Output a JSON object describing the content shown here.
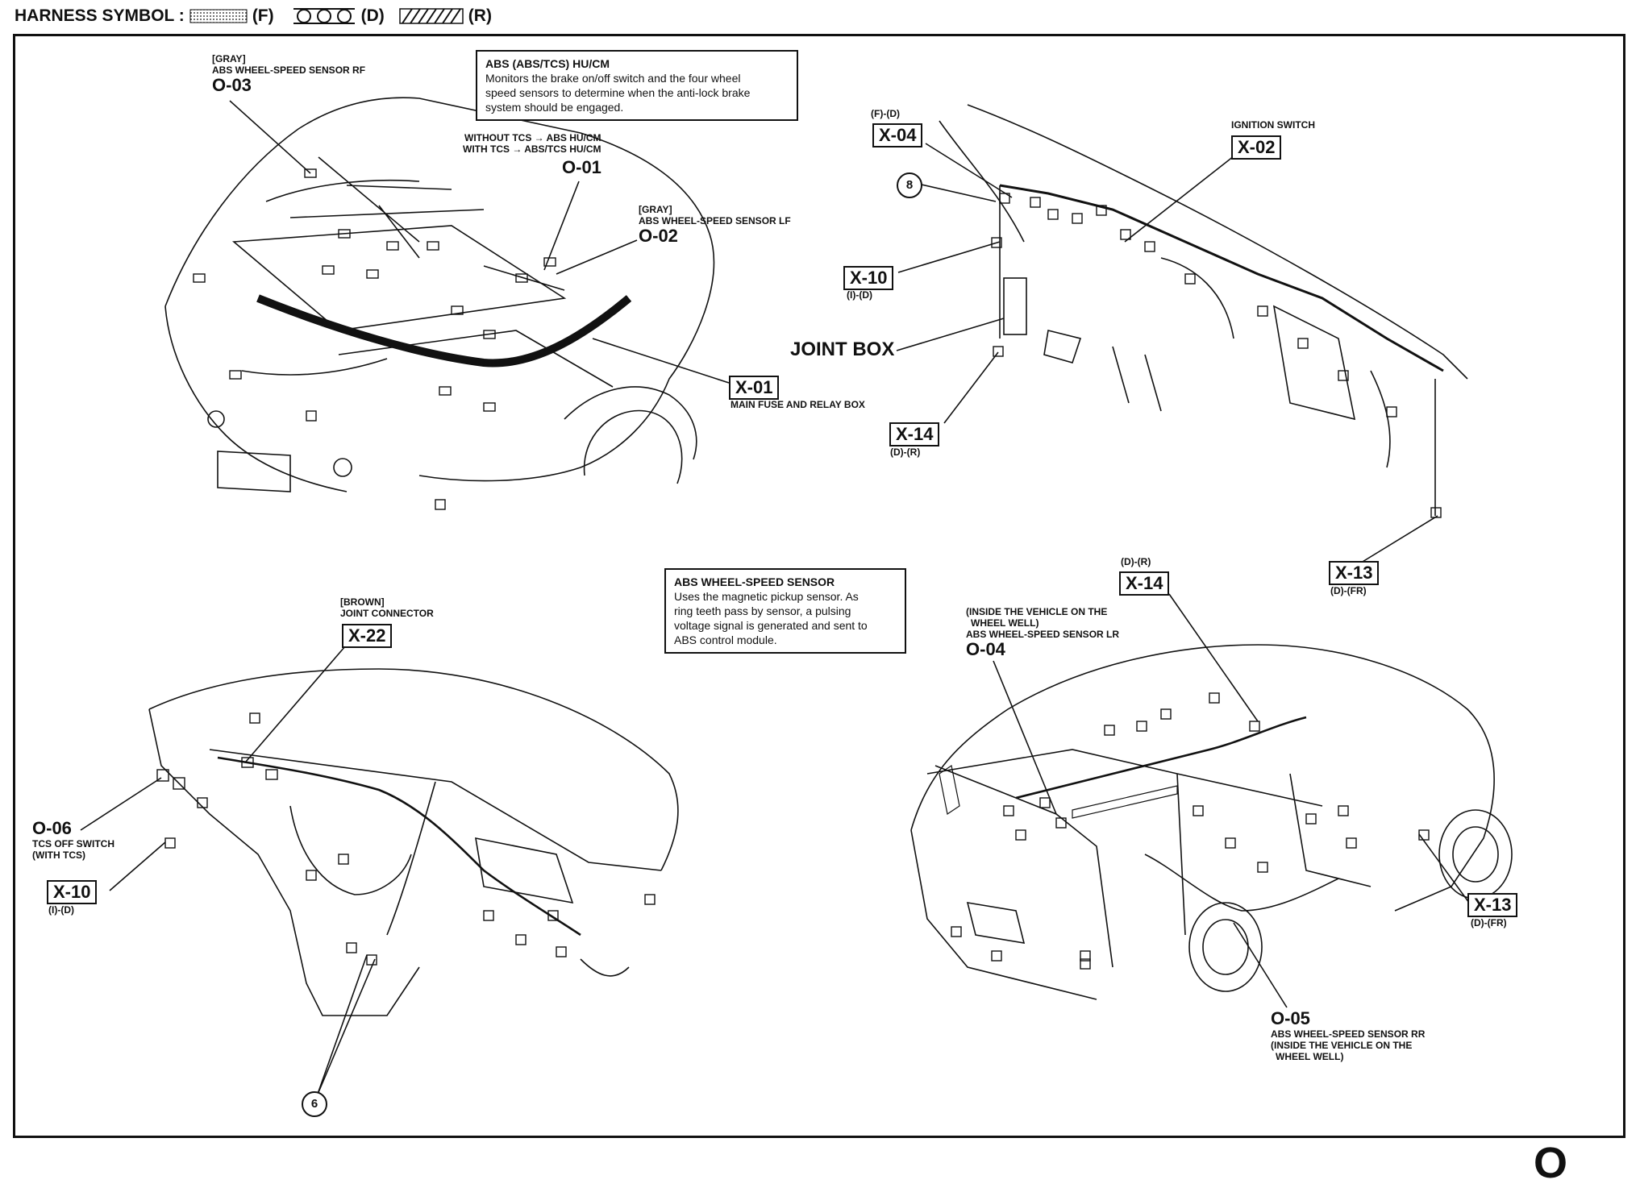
{
  "header": {
    "title": "HARNESS SYMBOL :",
    "symbols": [
      {
        "code": "(F)",
        "pattern": "dotted"
      },
      {
        "code": "(D)",
        "pattern": "circles"
      },
      {
        "code": "(R)",
        "pattern": "hatched"
      }
    ]
  },
  "notes": {
    "abs_hu": {
      "title": "ABS (ABS/TCS) HU/CM",
      "lines": [
        "Monitors the brake on/off switch and the four wheel",
        "speed sensors to determine when the anti-lock brake",
        "system should be engaged."
      ]
    },
    "abs_sensor": {
      "title": "ABS WHEEL-SPEED SENSOR",
      "lines": [
        "Uses the magnetic pickup sensor. As",
        "ring teeth pass by sensor, a pulsing",
        "voltage signal is generated and sent to",
        "ABS control module."
      ]
    }
  },
  "labels": {
    "o03": {
      "color": "[GRAY]",
      "desc": "ABS WHEEL-SPEED SENSOR RF",
      "code": "O-03"
    },
    "o01": {
      "without": "WITHOUT TCS → ABS HU/CM",
      "with": "WITH TCS → ABS/TCS HU/CM",
      "code": "O-01"
    },
    "o02": {
      "color": "[GRAY]",
      "desc": "ABS WHEEL-SPEED SENSOR LF",
      "code": "O-02"
    },
    "x01": {
      "code": "X-01",
      "desc": "MAIN FUSE AND RELAY BOX"
    },
    "x04": {
      "top": "(F)-(D)",
      "code": "X-04"
    },
    "x02": {
      "desc": "IGNITION SWITCH",
      "code": "X-02"
    },
    "circle8": "8",
    "x10_top": {
      "code": "X-10",
      "sub": "(I)-(D)"
    },
    "joint_box": "JOINT BOX",
    "x14_top": {
      "code": "X-14",
      "sub": "(D)-(R)"
    },
    "x13_top": {
      "code": "X-13",
      "sub": "(D)-(FR)"
    },
    "x22": {
      "color": "[BROWN]",
      "desc": "JOINT CONNECTOR",
      "code": "X-22"
    },
    "o06": {
      "code": "O-06",
      "desc1": "TCS OFF SWITCH",
      "desc2": "(WITH TCS)"
    },
    "x10_bot": {
      "code": "X-10",
      "sub": "(I)-(D)"
    },
    "circle6": "6",
    "x14_bot": {
      "top": "(D)-(R)",
      "code": "X-14"
    },
    "o04": {
      "line1": "(INSIDE THE VEHICLE ON THE",
      "line2": "WHEEL WELL)",
      "desc": "ABS WHEEL-SPEED SENSOR LR",
      "code": "O-04"
    },
    "x13_bot": {
      "code": "X-13",
      "sub": "(D)-(FR)"
    },
    "o05": {
      "code": "O-05",
      "desc": "ABS WHEEL-SPEED SENSOR RR",
      "line1": "(INSIDE THE VEHICLE ON THE",
      "line2": "WHEEL WELL)"
    }
  },
  "page_mark": "O"
}
